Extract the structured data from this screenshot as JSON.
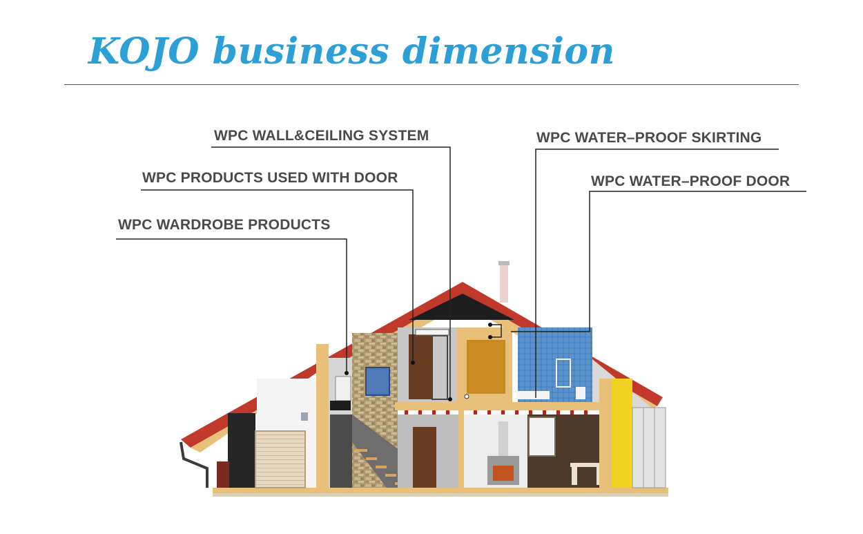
{
  "header": {
    "title": "KOJO business dimension"
  },
  "callouts": {
    "wall_ceiling": "WPC WALL&CEILING SYSTEM",
    "door_products": "WPC PRODUCTS USED WITH DOOR",
    "wardrobe": "WPC WARDROBE  PRODUCTS",
    "skirting": "WPC WATER–PROOF SKIRTING",
    "waterproof_door": "WPC WATER–PROOF DOOR"
  },
  "colors": {
    "title": "#2b9fd6",
    "label_text": "#4a4a4a",
    "leader_line": "#222222",
    "roof": "#c0392b",
    "wood": "#e8c07a"
  },
  "illustration": {
    "subject": "house-cross-section"
  }
}
